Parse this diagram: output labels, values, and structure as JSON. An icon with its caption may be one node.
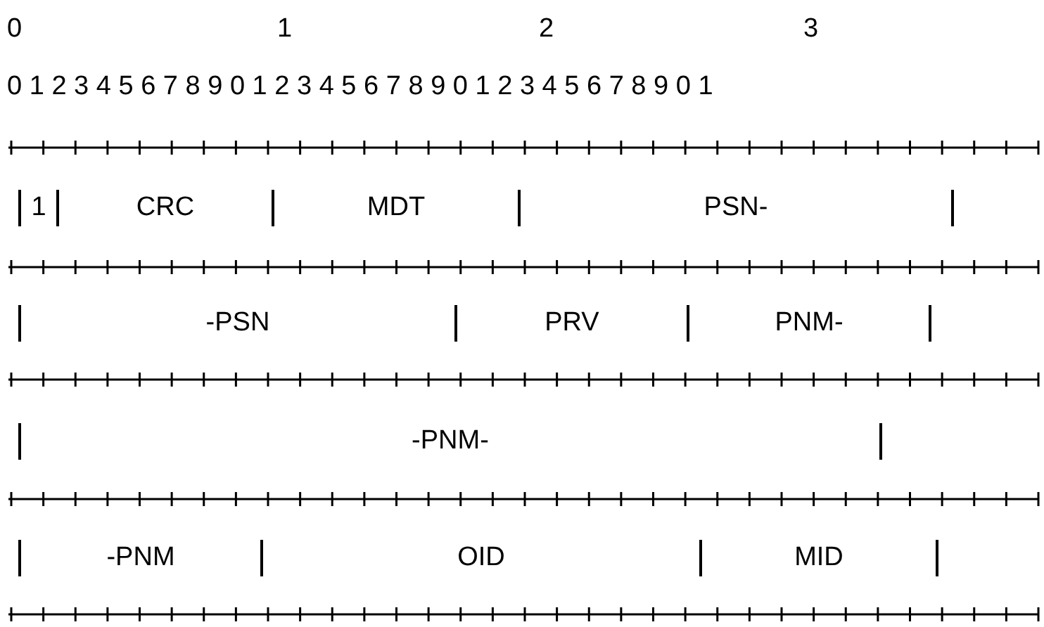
{
  "diagram": {
    "nodes": [
      {
        "text": [
          "1"
        ]
      },
      {
        "text": [
          "CRC"
        ]
      },
      {
        "text": [
          "MDT"
        ]
      },
      {
        "text": [
          "PSN-"
        ]
      },
      {
        "text": [
          "-PSN"
        ]
      },
      {
        "text": [
          "PRV"
        ]
      },
      {
        "text": [
          "PNM-"
        ]
      },
      {
        "text": [
          "-PNM-"
        ]
      },
      {
        "text": [
          "-PNM"
        ]
      },
      {
        "text": [
          "OID"
        ]
      },
      {
        "text": [
          "MID"
        ]
      }
    ],
    "labels": [
      "0",
      "1",
      "2",
      "3",
      "0 1 2 3 4 5 6 7 8 9 0 1 2 3 4 5 6 7 8 9 0 1 2 3 4 5 6 7 8 9 0 1"
    ]
  }
}
